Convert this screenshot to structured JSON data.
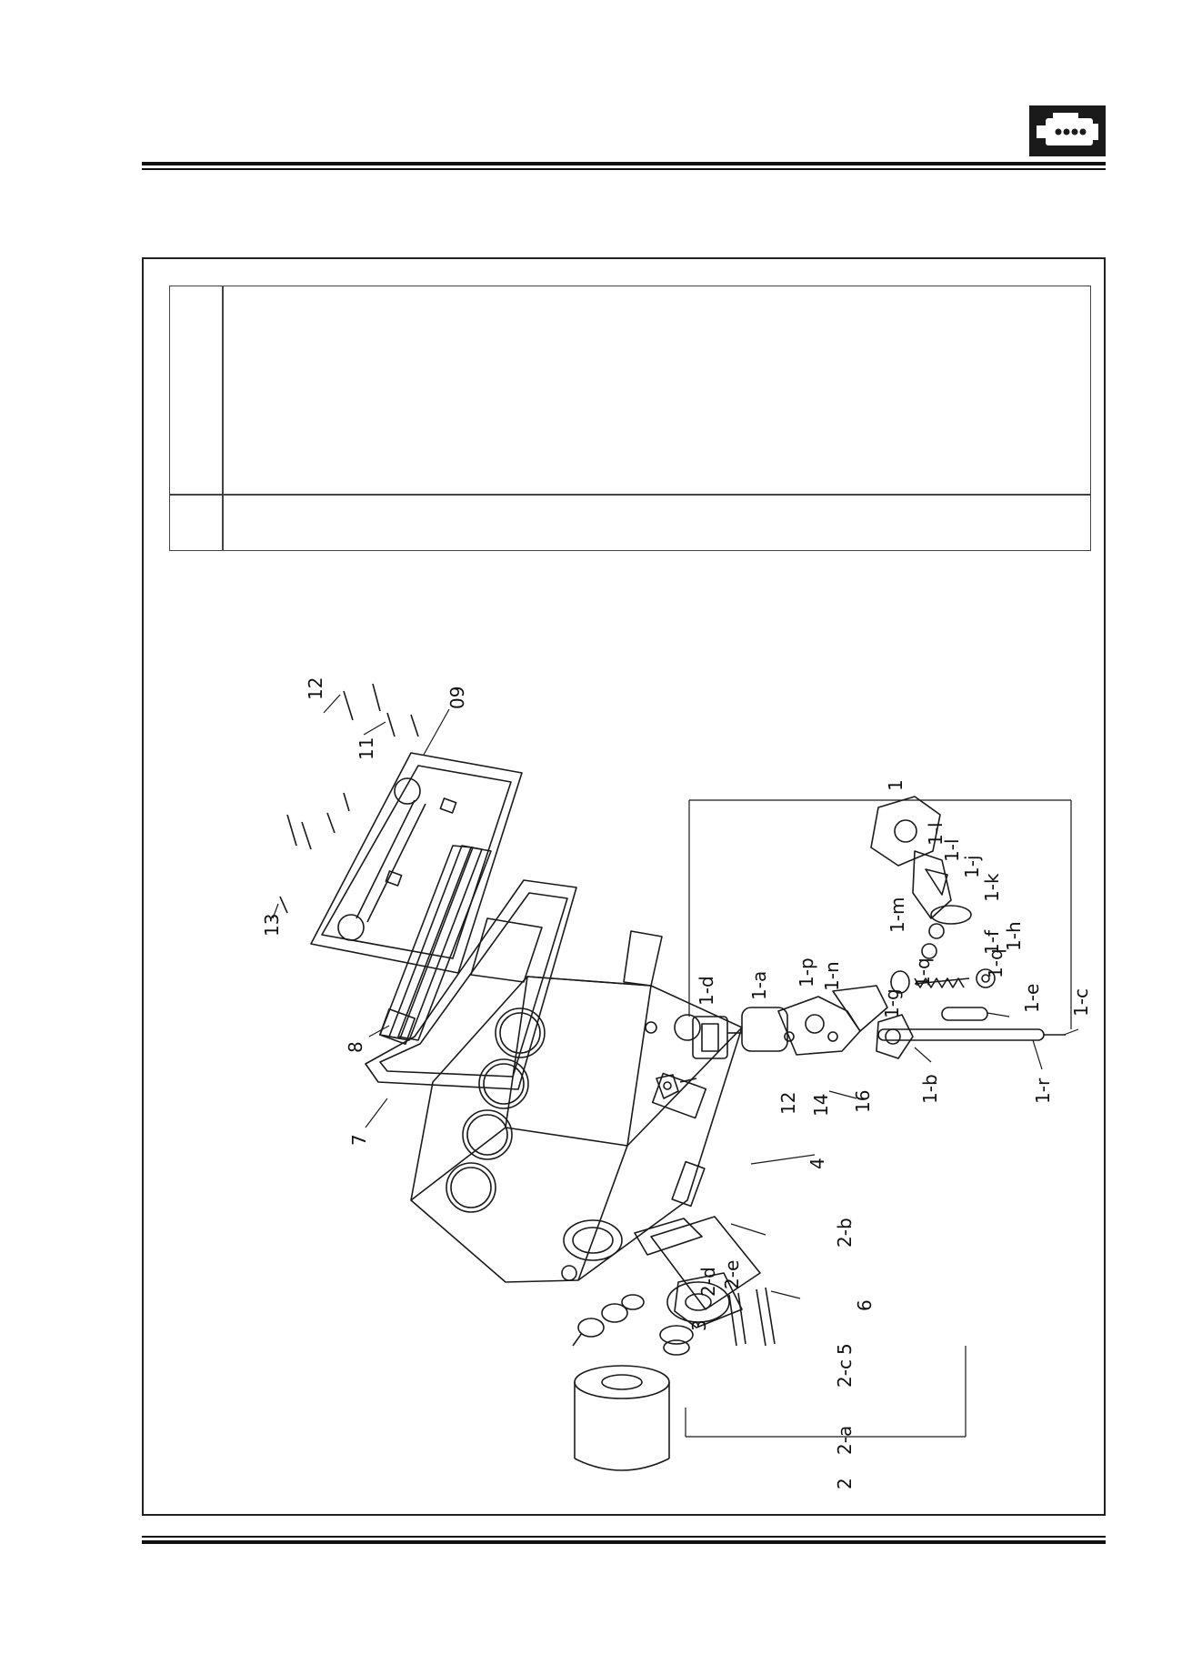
{
  "header": {
    "logo_icon": "engine-icon"
  },
  "info_table": {
    "rows": 2
  },
  "diagram": {
    "labels": {
      "l12a": "12",
      "l09": "09",
      "l11": "11",
      "l13": "13",
      "l8": "8",
      "l7": "7",
      "l1": "1",
      "l1l1": "1-l",
      "l1l2": "1-l",
      "l1j": "1-j",
      "l1k": "1-k",
      "l1m": "1-m",
      "l1f": "1-f",
      "l1h": "1-h",
      "l1q1": "1-q",
      "l1q2": "1-q",
      "l1g": "1-g",
      "l1e": "1-e",
      "l1c": "1-c",
      "l1d": "1-d",
      "l1a": "1-a",
      "l1p": "1-p",
      "l1n": "1-n",
      "l1b": "1-b",
      "l1r": "1-r",
      "l12b": "12",
      "l14": "14",
      "l16": "16",
      "l4": "4",
      "l2b": "2-b",
      "l2d": "2-d",
      "l2e": "2-e",
      "l3": "3",
      "l6": "6",
      "l5": "5",
      "l2c": "2-c",
      "l2a": "2-a",
      "l2": "2"
    }
  }
}
